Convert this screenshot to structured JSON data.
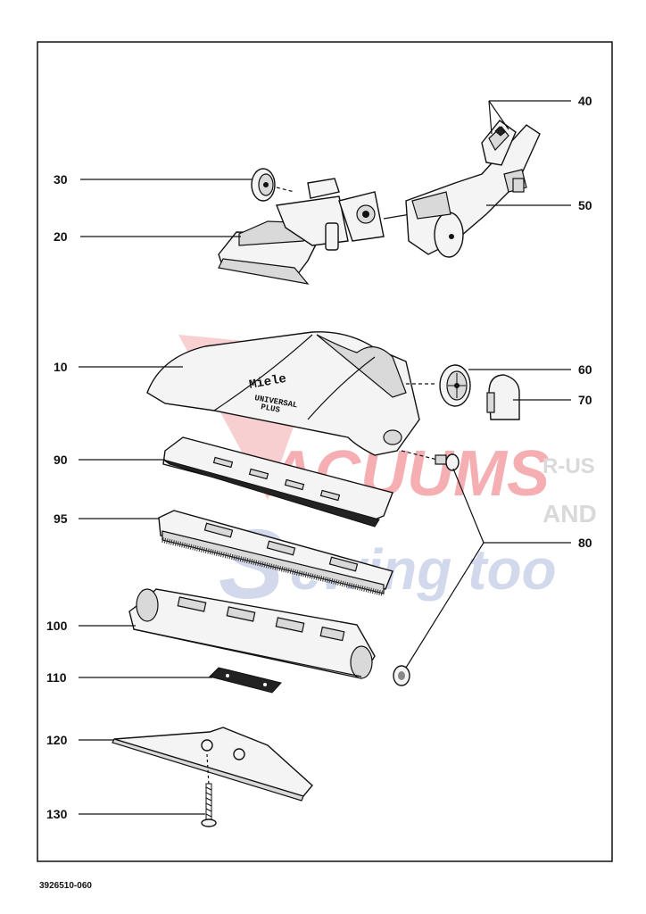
{
  "drawing_code": "3926510-060",
  "brand": {
    "text": "Miele",
    "model_line1": "UNIVERSAL",
    "model_line2": "PLUS"
  },
  "watermark": {
    "word1": "ACUUMS",
    "word2": "ewing too",
    "suffix1": "R-US",
    "suffix2": "AND",
    "color_red": "#e9484f",
    "color_blue": "#8d9ccc"
  },
  "callouts": {
    "p10": "10",
    "p20": "20",
    "p30": "30",
    "p40": "40",
    "p50": "50",
    "p60": "60",
    "p70": "70",
    "p80": "80",
    "p90": "90",
    "p95": "95",
    "p100": "100",
    "p110": "110",
    "p120": "120",
    "p130": "130"
  }
}
